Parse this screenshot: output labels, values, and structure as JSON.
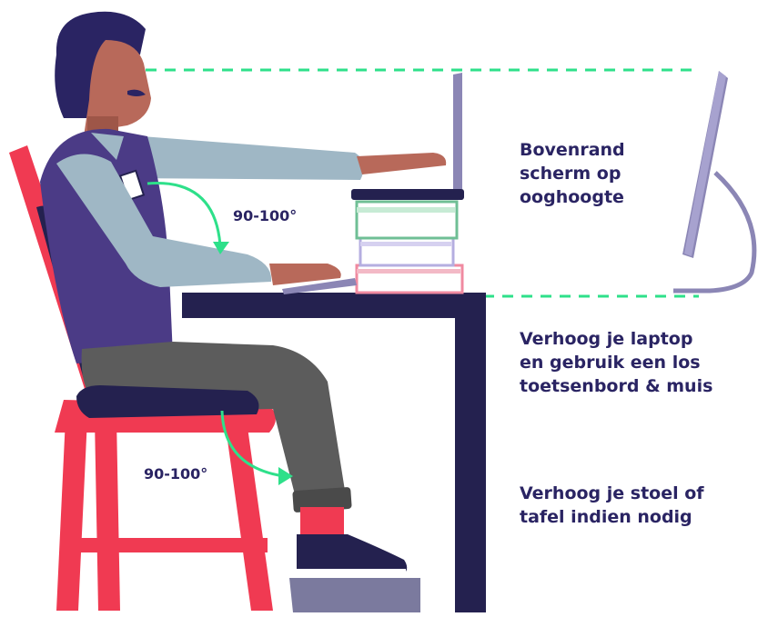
{
  "captions": {
    "eye_level": [
      "Bovenrand",
      "scherm op",
      "ooghoogte"
    ],
    "raise_laptop": [
      "Verhoog je laptop",
      "en gebruik een los",
      "toetsenbord & muis"
    ],
    "raise_chair": [
      "Verhoog je stoel of",
      "tafel indien nodig"
    ]
  },
  "angles": {
    "elbow": "90-100°",
    "knee": "90-100°"
  },
  "colors": {
    "text": "#2a2463",
    "guide_line": "#2ee08a",
    "chair": "#f03a52",
    "desk": "#24214f",
    "shirt": "#9fb7c5",
    "vest": "#4b3b86",
    "pants": "#5c5c5c",
    "skin": "#b8695a",
    "hair": "#2a2463",
    "monitor": "#8b86b5",
    "footrest": "#7b7a9e"
  }
}
